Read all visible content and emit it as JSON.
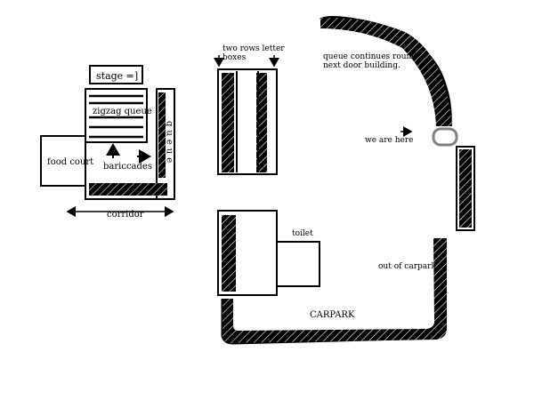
{
  "diagram": {
    "labels": {
      "stage": "stage  =]",
      "zigzag_queue": "zigzag queue",
      "queue_vertical": "queue",
      "food_court": "food court",
      "barricades": "bariccades",
      "corridor": "corridor",
      "letter_boxes_line1": "two rows letter",
      "letter_boxes_line2": "boxes",
      "queue_continues_line1": "queue continues round",
      "queue_continues_line2": "next door building.",
      "we_are_here": "we are here",
      "toilet": "toilet",
      "out_of_carpark": "out of carpark",
      "carpark": "CARPARK"
    },
    "colors": {
      "ink": "#000000",
      "marker_gray": "#808080",
      "label_gray": "#555555",
      "background": "#ffffff"
    }
  }
}
